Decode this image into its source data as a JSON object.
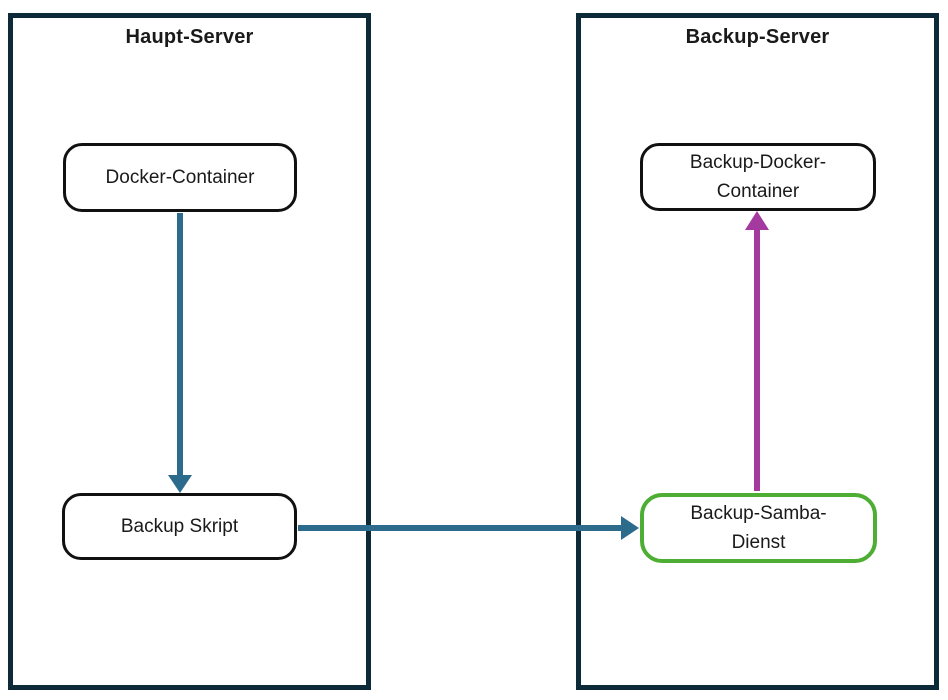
{
  "colors": {
    "background": "#ffffff",
    "container_border": "#0c2a38",
    "node_border": "#111111",
    "node_fill": "#ffffff",
    "text": "#1a1a1a",
    "arrow_teal": "#2d6b8d",
    "arrow_purple": "#a43a9f",
    "samba_node_border": "#4dae33"
  },
  "diagram": {
    "groups": {
      "haupt": {
        "title": "Haupt-Server"
      },
      "backup": {
        "title": "Backup-Server"
      }
    },
    "nodes": {
      "docker_container": {
        "label": "Docker-Container"
      },
      "backup_skript": {
        "label": "Backup Skript"
      },
      "backup_docker_container": {
        "line1": "Backup-Docker-",
        "line2": "Container"
      },
      "backup_samba_dienst": {
        "line1": "Backup-Samba-",
        "line2": "Dienst"
      }
    },
    "arrows": [
      {
        "from": "Docker-Container",
        "to": "Backup Skript",
        "color": "teal"
      },
      {
        "from": "Backup Skript",
        "to": "Backup-Samba-Dienst",
        "color": "teal"
      },
      {
        "from": "Backup-Samba-Dienst",
        "to": "Backup-Docker-Container",
        "color": "purple"
      }
    ]
  }
}
